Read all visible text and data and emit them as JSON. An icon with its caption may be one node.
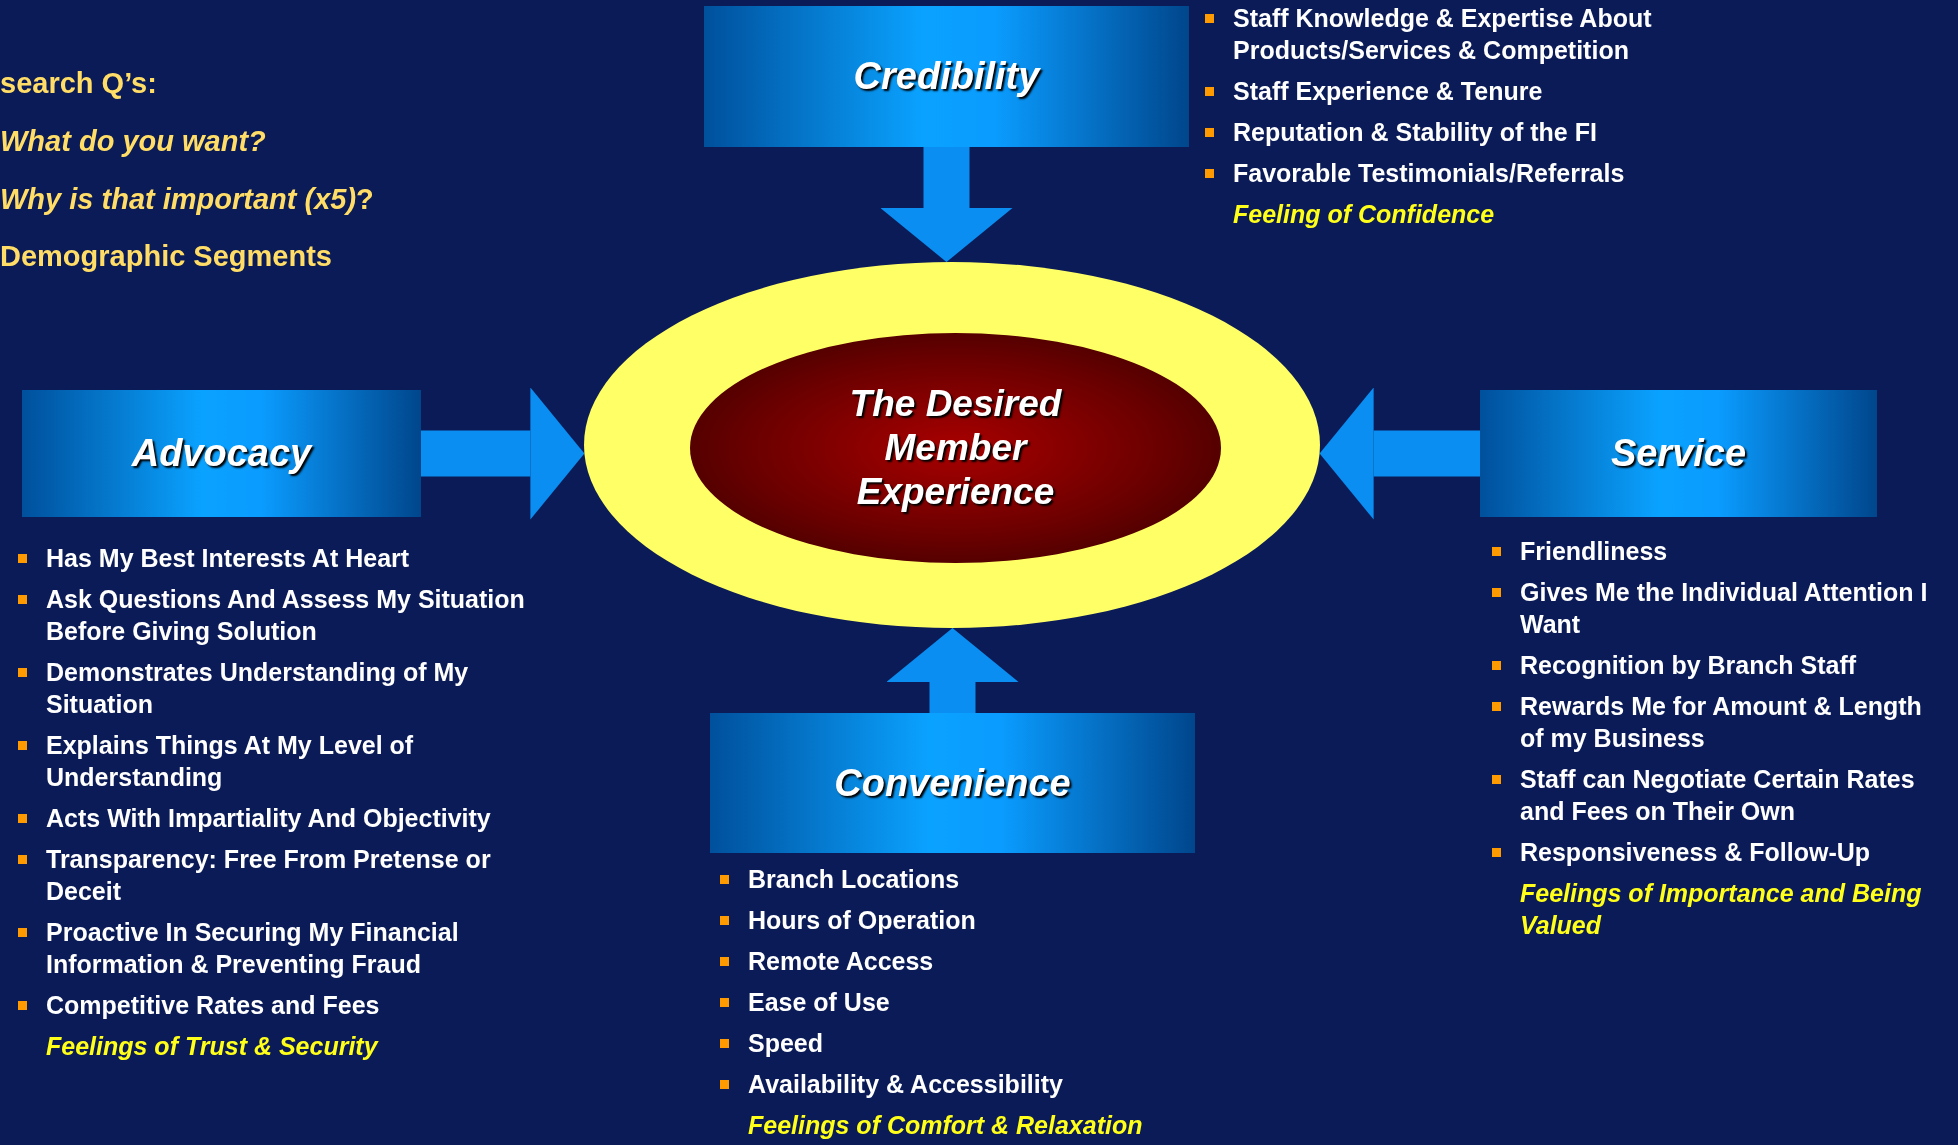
{
  "diagram": {
    "nodes": [
      {
        "text": [
          "Credibility"
        ],
        "beside": [
          "Staff Knowledge & Expertise About Products/Services & Competition",
          "Staff Experience & Tenure",
          "Reputation & Stability of the FI",
          "Favorable Testimonials/Referrals",
          "Feeling of Confidence"
        ]
      },
      {
        "text": [],
        "shape": "ellipse"
      },
      {
        "text": [
          "The Desired Member Experience"
        ],
        "in": 1
      },
      {
        "text": [
          "Advocacy"
        ],
        "beside": [
          "Has My Best Interests At Heart",
          "Ask Questions And Assess My Situation Before Giving Solution",
          "Demonstrates Understanding of My Situation",
          "Explains Things At My Level of Understanding",
          "Acts With Impartiality And Objectivity",
          "Transparency: Free From Pretense or Deceit",
          "Proactive In Securing My Financial Information & Preventing Fraud",
          "Competitive Rates and Fees",
          "Feelings of Trust & Security"
        ]
      },
      {
        "text": [
          "Service"
        ],
        "beside": [
          "Friendliness",
          "Gives Me the Individual Attention I Want",
          "Recognition by Branch Staff",
          "Rewards Me for Amount & Length of my Business",
          "Staff can Negotiate Certain Rates and Fees on Their Own",
          "Responsiveness & Follow-Up",
          "Feelings of Importance and Being Valued"
        ]
      },
      {
        "text": [
          "Convenience"
        ],
        "beside": [
          "Branch Locations",
          "Hours of Operation",
          "Remote Access",
          "Ease of Use",
          "Speed",
          "Availability & Accessibility",
          "Feelings of Comfort & Relaxation"
        ]
      }
    ],
    "edges": [
      {
        "from": 0,
        "to": 1,
        "arrow": "to"
      },
      {
        "from": 3,
        "to": 1,
        "arrow": "to"
      },
      {
        "from": 4,
        "to": 1,
        "arrow": "to"
      },
      {
        "from": 5,
        "to": 1,
        "arrow": "to"
      }
    ],
    "labels": [
      "search Q’s:",
      "What do you want?",
      "*Why is that important (x5)*?",
      "Demographic Segments"
    ]
  }
}
